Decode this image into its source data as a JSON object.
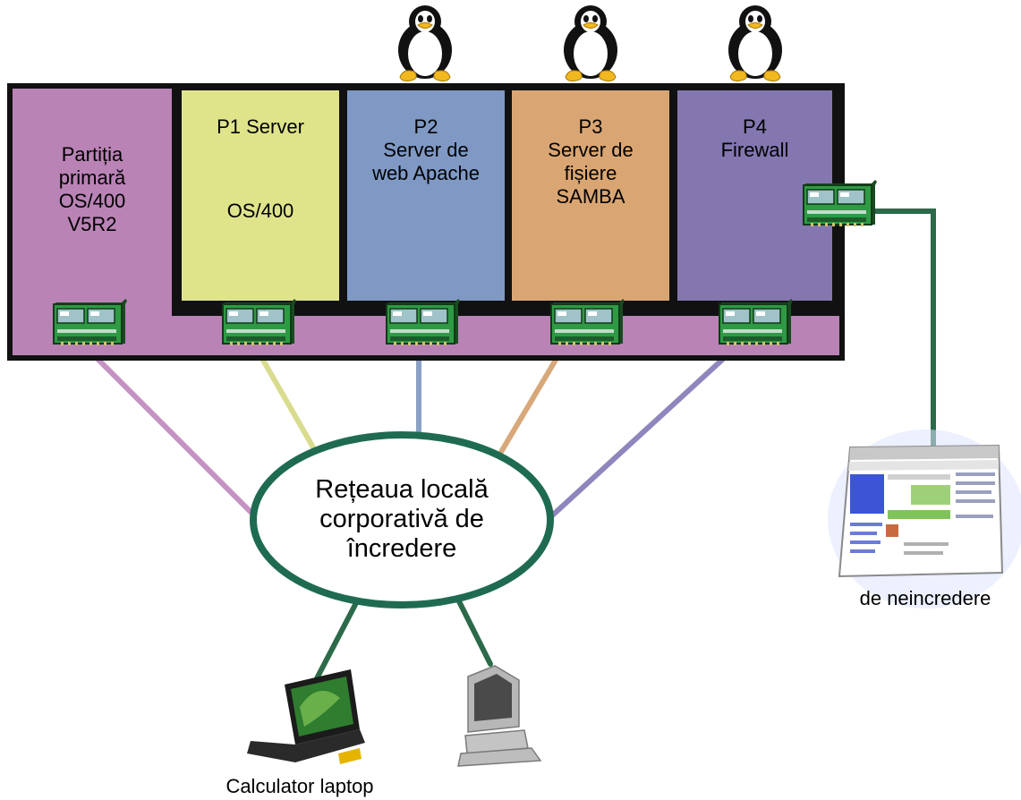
{
  "partitions": [
    {
      "id": "primary",
      "lines": [
        "Partiția",
        "primară",
        "OS/400",
        "V5R2"
      ],
      "color": "#b983b5"
    },
    {
      "id": "p1",
      "lines": [
        "P1 Server",
        "",
        "OS/400"
      ],
      "color": "#dfe48b"
    },
    {
      "id": "p2",
      "lines": [
        "P2",
        "Server de",
        "web Apache"
      ],
      "color": "#7f99c4"
    },
    {
      "id": "p3",
      "lines": [
        "P3",
        "Server de",
        "fișiere",
        "SAMBA"
      ],
      "color": "#d9a673"
    },
    {
      "id": "p4",
      "lines": [
        "P4",
        "Firewall"
      ],
      "color": "#8476ae"
    }
  ],
  "network": {
    "lines": [
      "Rețeaua locală",
      "corporativă de",
      "încredere"
    ]
  },
  "untrusted": {
    "label": "de neincredere"
  },
  "laptop": {
    "label": "Calculator laptop"
  },
  "linux_icon_count": 3,
  "colors": {
    "frame": "#111111",
    "primary_line": "#c492c3",
    "p1_line": "#d9dc8e",
    "p2_line": "#8ba0c4",
    "p3_line": "#d8a87a",
    "p4_line": "#8f86bd",
    "green_line": "#2c6a4a",
    "nic_green": "#2e9a44",
    "ellipse_border": "#1f6b52"
  }
}
